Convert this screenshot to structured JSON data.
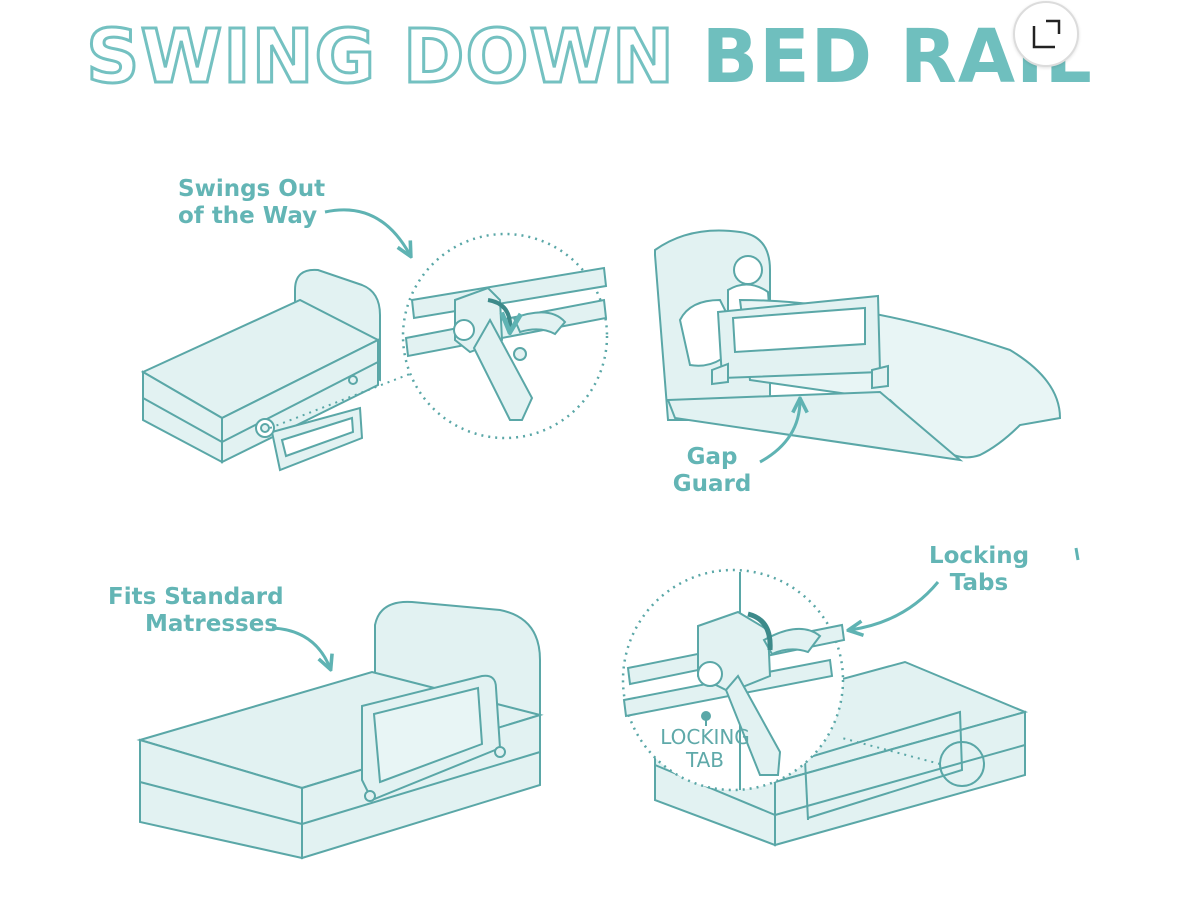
{
  "title": {
    "part1": "SWING DOWN",
    "part2": "BED RAIL"
  },
  "callouts": {
    "swings_out_line1": "Swings Out",
    "swings_out_line2": "of the Way",
    "gap_line1": "Gap",
    "gap_line2": "Guard",
    "fits_line1": "Fits Standard",
    "fits_line2": "Matresses",
    "locking_line1": "Locking",
    "locking_line2": "Tabs",
    "locking_tab_line1": "LOCKING",
    "locking_tab_line2": "TAB"
  },
  "colors": {
    "accent": "#6fbfbe",
    "fill": "#dff1f1",
    "stroke": "#5aa7a7"
  },
  "icons": {
    "expand": "expand-icon"
  }
}
